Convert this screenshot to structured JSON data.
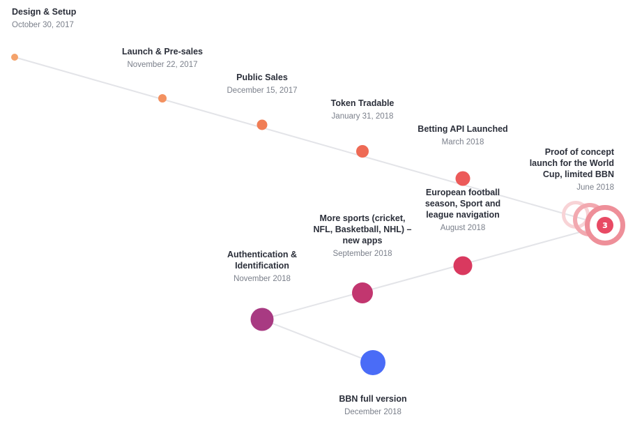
{
  "milestones": [
    {
      "title": "Design & Setup",
      "date": "October 30, 2017",
      "color": "#f4a26b"
    },
    {
      "title": "Launch & Pre-sales",
      "date": "November 22, 2017",
      "color": "#f39160"
    },
    {
      "title": "Public Sales",
      "date": "December 15, 2017",
      "color": "#f07d55"
    },
    {
      "title": "Token Tradable",
      "date": "January 31, 2018",
      "color": "#ee6a55"
    },
    {
      "title": "Betting API Launched",
      "date": "March 2018",
      "color": "#ec5a59"
    },
    {
      "title": "Proof of concept launch for the World Cup, limited BBN",
      "date": "June 2018",
      "color": "#e84a64"
    },
    {
      "title": "European football season, Sport and league navigation",
      "date": "August 2018",
      "color": "#d9395f"
    },
    {
      "title": "More sports (cricket, NFL, Basketball, NHL) – new apps",
      "date": "September 2018",
      "color": "#c2366f"
    },
    {
      "title": "Authentication & Identification",
      "date": "November 2018",
      "color": "#a83a82"
    },
    {
      "title": "BBN full version",
      "date": "December 2018",
      "color": "#4a6cf7"
    }
  ],
  "hub": {
    "icon": "bbn-logo-icon",
    "glyph": "ɜ"
  },
  "colors": {
    "line": "#e3e4e8",
    "ring": "#ee6d79"
  }
}
